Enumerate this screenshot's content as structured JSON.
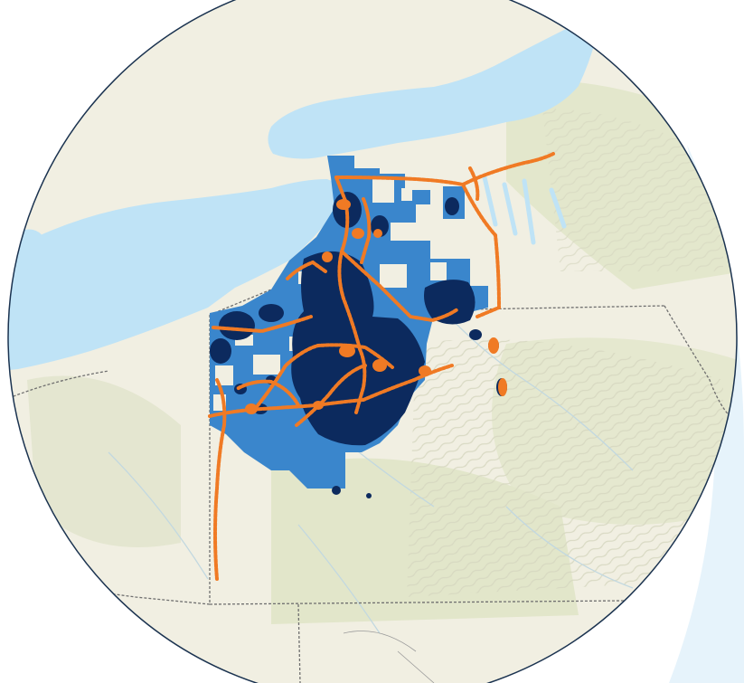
{
  "map": {
    "basemap": "terrain",
    "colors": {
      "page_background": "#ffffff",
      "outside_tint": "#e6f3fb",
      "land": "#f1efe2",
      "forest": "#dde4c4",
      "water": "#bfe3f6",
      "state_border": "#6f6f6f",
      "circle_border": "#1b3350",
      "coverage_area": "#3a86cc",
      "coverage_points": "#0c2a5e",
      "routes": "#f07a24"
    },
    "layers": [
      {
        "id": "coverage-area",
        "style": "light-blue-fill"
      },
      {
        "id": "coverage-points",
        "style": "navy-dots"
      },
      {
        "id": "routes",
        "style": "orange-dotted-lines"
      }
    ]
  }
}
